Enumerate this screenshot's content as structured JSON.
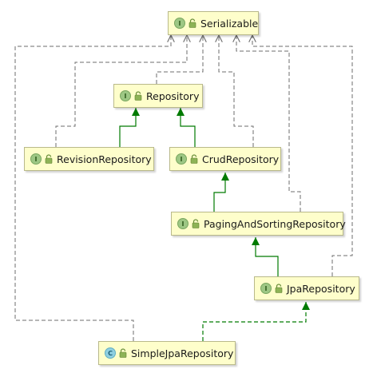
{
  "nodes": {
    "serializable": {
      "name": "Serializable",
      "kind": "interface",
      "badge": "I"
    },
    "repository": {
      "name": "Repository",
      "kind": "interface",
      "badge": "I"
    },
    "revision_repository": {
      "name": "RevisionRepository",
      "kind": "interface",
      "badge": "I"
    },
    "crud_repository": {
      "name": "CrudRepository",
      "kind": "interface",
      "badge": "I"
    },
    "paging_and_sorting_repository": {
      "name": "PagingAndSortingRepository",
      "kind": "interface",
      "badge": "I"
    },
    "jpa_repository": {
      "name": "JpaRepository",
      "kind": "interface",
      "badge": "I"
    },
    "simple_jpa_repository": {
      "name": "SimpleJpaRepository",
      "kind": "class",
      "badge": "C"
    }
  },
  "edges": [
    {
      "from": "RevisionRepository",
      "to": "Repository",
      "type": "extends"
    },
    {
      "from": "CrudRepository",
      "to": "Repository",
      "type": "extends"
    },
    {
      "from": "PagingAndSortingRepository",
      "to": "CrudRepository",
      "type": "extends"
    },
    {
      "from": "JpaRepository",
      "to": "PagingAndSortingRepository",
      "type": "extends"
    },
    {
      "from": "SimpleJpaRepository",
      "to": "JpaRepository",
      "type": "implements"
    },
    {
      "from": "Repository",
      "to": "Serializable",
      "type": "dependency"
    },
    {
      "from": "RevisionRepository",
      "to": "Serializable",
      "type": "dependency"
    },
    {
      "from": "CrudRepository",
      "to": "Serializable",
      "type": "dependency"
    },
    {
      "from": "PagingAndSortingRepository",
      "to": "Serializable",
      "type": "dependency"
    },
    {
      "from": "JpaRepository",
      "to": "Serializable",
      "type": "dependency"
    },
    {
      "from": "SimpleJpaRepository",
      "to": "Serializable",
      "type": "dependency"
    }
  ],
  "colors": {
    "node_fill": "#fefecb",
    "node_border": "#b9b98a",
    "extends_line": "#007a00",
    "dependency_line": "#6e6e6e",
    "interface_badge": "#9dc784",
    "class_badge": "#8fcfe0"
  }
}
